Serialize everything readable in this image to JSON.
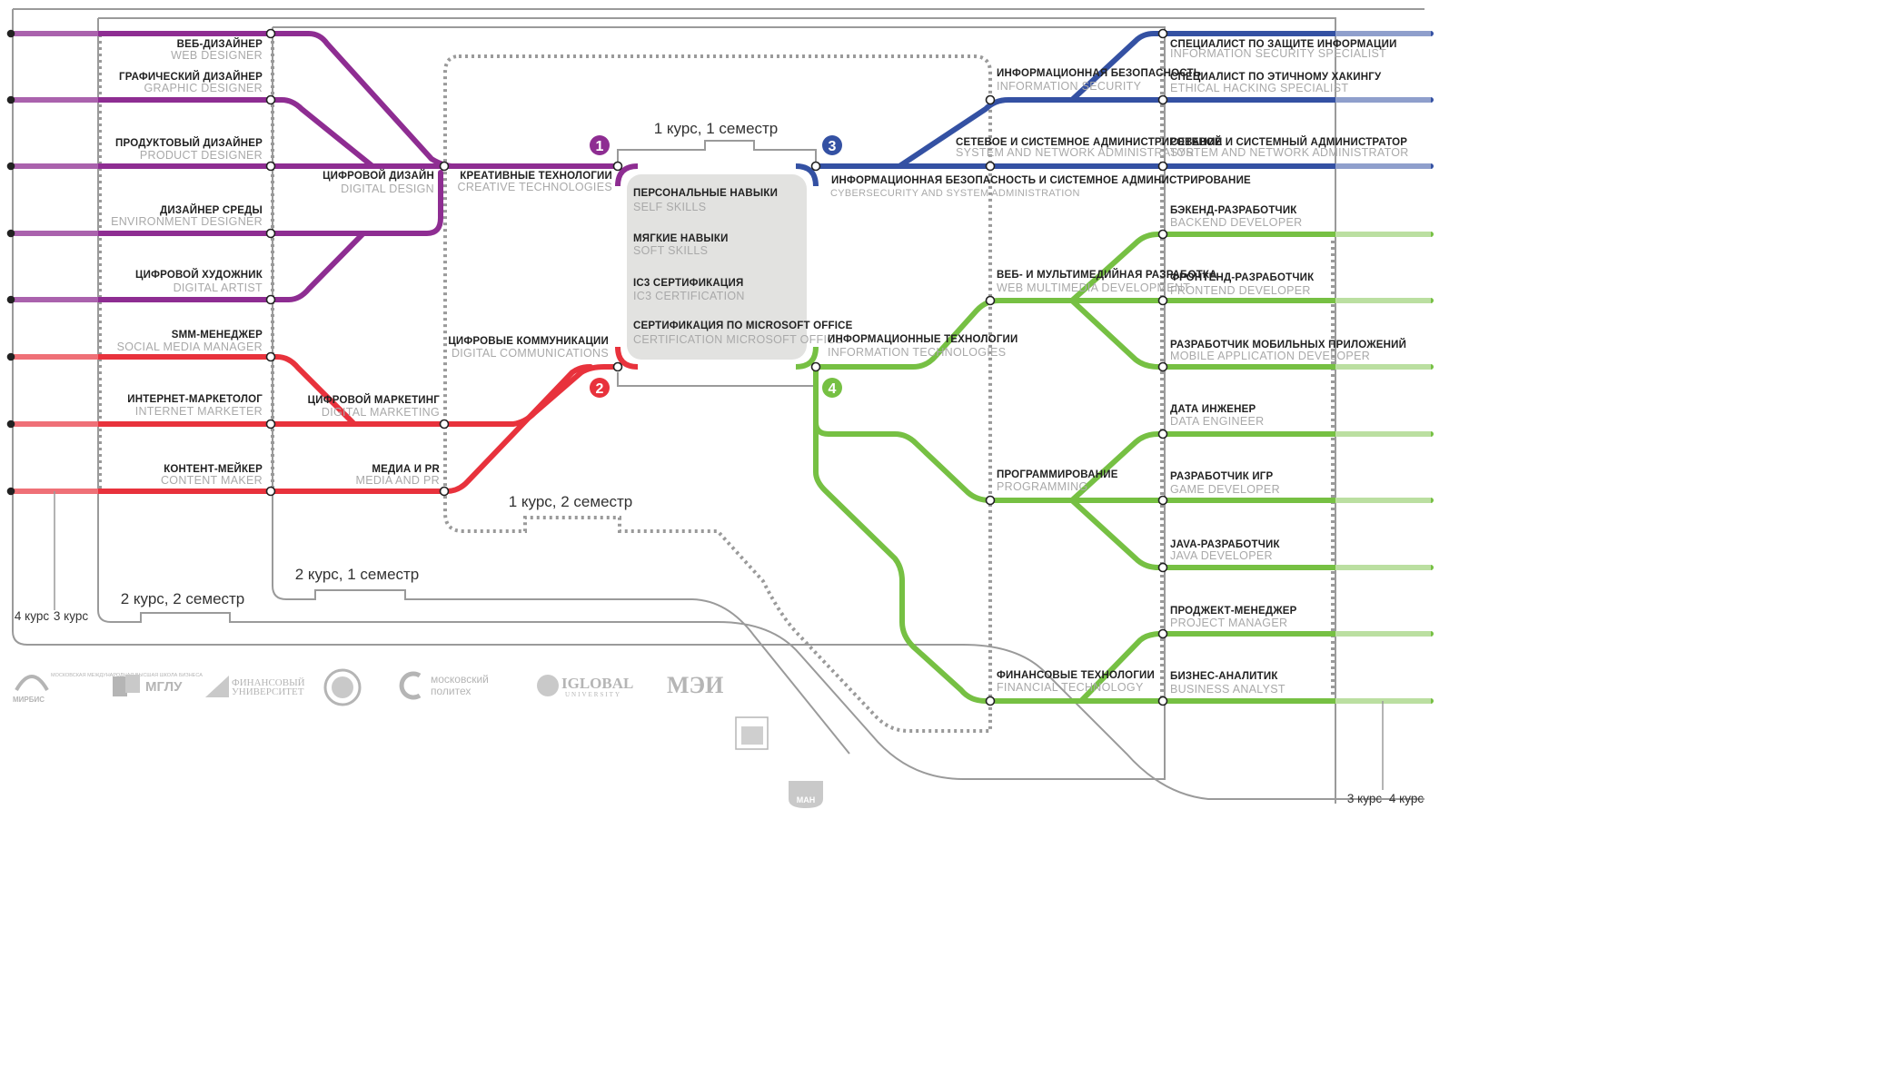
{
  "semesters": {
    "y1s1": "1 курс, 1 семестр",
    "y1s2": "1 курс, 2 семестр",
    "y2s1": "2 курс, 1 семестр",
    "y2s2": "2 курс, 2 семестр"
  },
  "courses": {
    "left4": "4 курс",
    "left3": "3 курс",
    "right3": "3 курс",
    "right4": "4 курс"
  },
  "markers": {
    "m1": "1",
    "m2": "2",
    "m3": "3",
    "m4": "4"
  },
  "colors": {
    "purple": "#8e2d92",
    "red": "#e8323c",
    "blue": "#3451a3",
    "green": "#76c043",
    "frame": "#999999",
    "core_fill": "#e2e2e0"
  },
  "core": [
    {
      "ru": "ПЕРСОНАЛЬНЫЕ НАВЫКИ",
      "en": "SELF SKILLS"
    },
    {
      "ru": "МЯГКИЕ НАВЫКИ",
      "en": "SOFT SKILLS"
    },
    {
      "ru": "IC3 СЕРТИФИКАЦИЯ",
      "en": "IC3 CERTIFICATION"
    },
    {
      "ru": "СЕРТИФИКАЦИЯ ПО MICROSOFT OFFICE",
      "en": "CERTIFICATION MICROSOFT OFFICE"
    }
  ],
  "hubs": {
    "creative": {
      "ru": "КРЕАТИВНЫЕ ТЕХНОЛОГИИ",
      "en": "CREATIVE TECHNOLOGIES"
    },
    "digital_comm": {
      "ru": "ЦИФРОВЫЕ КОММУНИКАЦИИ",
      "en": "DIGITAL COMMUNICATIONS"
    },
    "cybersec_admin": {
      "ru": "ИНФОРМАЦИОННАЯ БЕЗОПАСНОСТЬ И СИСТЕМНОЕ АДМИНИСТРИРОВАНИЕ",
      "en": "CYBERSECURITY AND SYSTEM ADMINISTRATION"
    },
    "info_tech": {
      "ru": "ИНФОРМАЦИОННЫЕ ТЕХНОЛОГИИ",
      "en": "INFORMATION TECHNOLOGIES"
    }
  },
  "specializations": {
    "digital_design": {
      "ru": "ЦИФРОВОЙ ДИЗАЙН",
      "en": "DIGITAL DESIGN"
    },
    "digital_marketing": {
      "ru": "ЦИФРОВОЙ МАРКЕТИНГ",
      "en": "DIGITAL MARKETING"
    },
    "media_pr": {
      "ru": "МЕДИА И PR",
      "en": "MEDIA AND PR"
    },
    "info_security": {
      "ru": "ИНФОРМАЦИОННАЯ БЕЗОПАСНОСТЬ",
      "en": "INFORMATION SECURITY"
    },
    "network_admin": {
      "ru": "СЕТЕВОЕ И СИСТЕМНОЕ АДМИНИСТРИРОВАНИЕ",
      "en": "SYSTEM AND NETWORK ADMINISTRATOR"
    },
    "web_multimedia": {
      "ru": "ВЕБ- И МУЛЬТИМЕДИЙНАЯ РАЗРАБОТКА",
      "en": "WEB MULTIMEDIA DEVELOPMENT"
    },
    "programming": {
      "ru": "ПРОГРАММИРОВАНИЕ",
      "en": "PROGRAMMING"
    },
    "fintech": {
      "ru": "ФИНАНСОВЫЕ ТЕХНОЛОГИИ",
      "en": "FINANCIAL TECHNOLOGY"
    }
  },
  "professions_left": [
    {
      "ru": "ВЕБ-ДИЗАЙНЕР",
      "en": "WEB DESIGNER"
    },
    {
      "ru": "ГРАФИЧЕСКИЙ ДИЗАЙНЕР",
      "en": "GRAPHIC DESIGNER"
    },
    {
      "ru": "ПРОДУКТОВЫЙ ДИЗАЙНЕР",
      "en": "PRODUCT DESIGNER"
    },
    {
      "ru": "ДИЗАЙНЕР СРЕДЫ",
      "en": "ENVIRONMENT DESIGNER"
    },
    {
      "ru": "ЦИФРОВОЙ ХУДОЖНИК",
      "en": "DIGITAL ARTIST"
    },
    {
      "ru": "SMM-МЕНЕДЖЕР",
      "en": "SOCIAL MEDIA MANAGER"
    },
    {
      "ru": "ИНТЕРНЕТ-МАРКЕТОЛОГ",
      "en": "INTERNET MARKETER"
    },
    {
      "ru": "КОНТЕНТ-МЕЙКЕР",
      "en": "CONTENT MAKER"
    }
  ],
  "professions_right": [
    {
      "ru": "СПЕЦИАЛИСТ ПО ЗАЩИТЕ ИНФОРМАЦИИ",
      "en": "INFORMATION SECURITY SPECIALIST"
    },
    {
      "ru": "СПЕЦИАЛИСТ ПО ЭТИЧНОМУ ХАКИНГУ",
      "en": "ETHICAL HACKING SPECIALIST"
    },
    {
      "ru": "СЕТЕВОЙ И СИСТЕМНЫЙ АДМИНИСТРАТОР",
      "en": "SYSTEM AND NETWORK ADMINISTRATOR"
    },
    {
      "ru": "БЭКЕНД-РАЗРАБОТЧИК",
      "en": "BACKEND DEVELOPER"
    },
    {
      "ru": "ФРОНТЕНД-РАЗРАБОТЧИК",
      "en": "FRONTEND DEVELOPER"
    },
    {
      "ru": "РАЗРАБОТЧИК МОБИЛЬНЫХ ПРИЛОЖЕНИЙ",
      "en": "MOBILE APPLICATION DEVELOPER"
    },
    {
      "ru": "ДАТА ИНЖЕНЕР",
      "en": "DATA ENGINEER"
    },
    {
      "ru": "РАЗРАБОТЧИК ИГР",
      "en": "GAME DEVELOPER"
    },
    {
      "ru": "JAVA-РАЗРАБОТЧИК",
      "en": "JAVA DEVELOPER"
    },
    {
      "ru": "ПРОДЖЕКТ-МЕНЕДЖЕР",
      "en": "PROJECT MANAGER"
    },
    {
      "ru": "БИЗНЕС-АНАЛИТИК",
      "en": "BUSINESS ANALYST"
    }
  ],
  "logos": {
    "mirbis_name": "МИРБИС",
    "mirbis_text": "МОСКОВСКАЯ МЕЖДУНАРОДНАЯ ВЫСШАЯ ШКОЛА БИЗНЕСА",
    "mglu": "МГЛУ",
    "finuni_1": "ФИНАНСОВЫЙ",
    "finuni_2": "УНИВЕРСИТЕТ",
    "polytech_1": "московский",
    "polytech_2": "политех",
    "iglobal_1": "IGLOBAL",
    "iglobal_2": "UNIVERSITY",
    "mei": "МЭИ",
    "man": "МАН"
  }
}
